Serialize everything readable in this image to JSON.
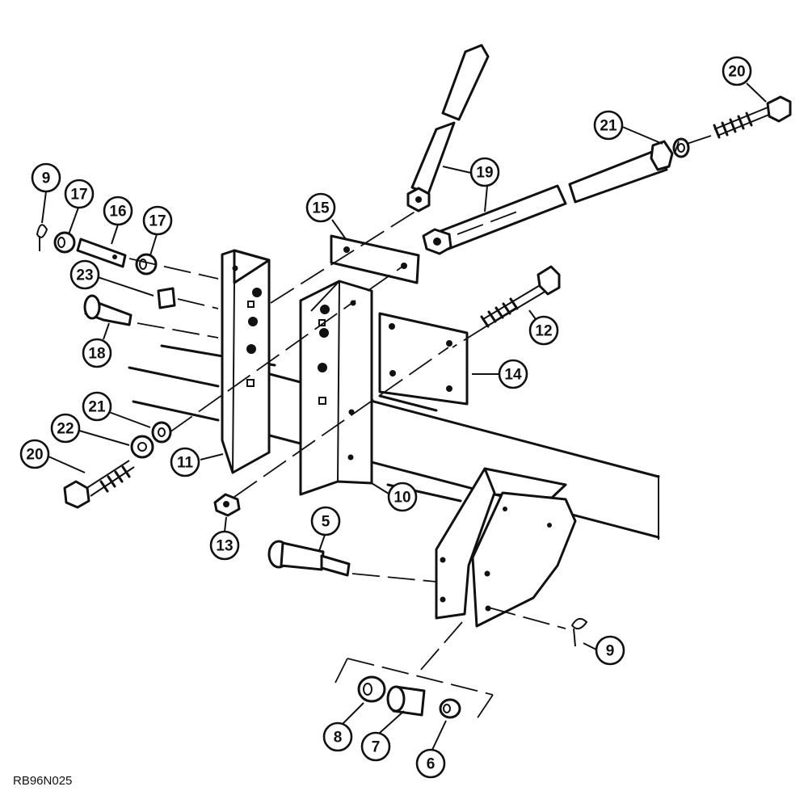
{
  "reference_code": "RB96N025",
  "callouts": [
    {
      "id": "c20a",
      "label": "20"
    },
    {
      "id": "c21a",
      "label": "21"
    },
    {
      "id": "c19",
      "label": "19"
    },
    {
      "id": "c9a",
      "label": "9"
    },
    {
      "id": "c17a",
      "label": "17"
    },
    {
      "id": "c16",
      "label": "16"
    },
    {
      "id": "c17b",
      "label": "17"
    },
    {
      "id": "c15",
      "label": "15"
    },
    {
      "id": "c23",
      "label": "23"
    },
    {
      "id": "c18",
      "label": "18"
    },
    {
      "id": "c12",
      "label": "12"
    },
    {
      "id": "c14",
      "label": "14"
    },
    {
      "id": "c21b",
      "label": "21"
    },
    {
      "id": "c22",
      "label": "22"
    },
    {
      "id": "c20b",
      "label": "20"
    },
    {
      "id": "c11",
      "label": "11"
    },
    {
      "id": "c10",
      "label": "10"
    },
    {
      "id": "c13",
      "label": "13"
    },
    {
      "id": "c5",
      "label": "5"
    },
    {
      "id": "c9b",
      "label": "9"
    },
    {
      "id": "c8",
      "label": "8"
    },
    {
      "id": "c7",
      "label": "7"
    },
    {
      "id": "c6",
      "label": "6"
    }
  ]
}
